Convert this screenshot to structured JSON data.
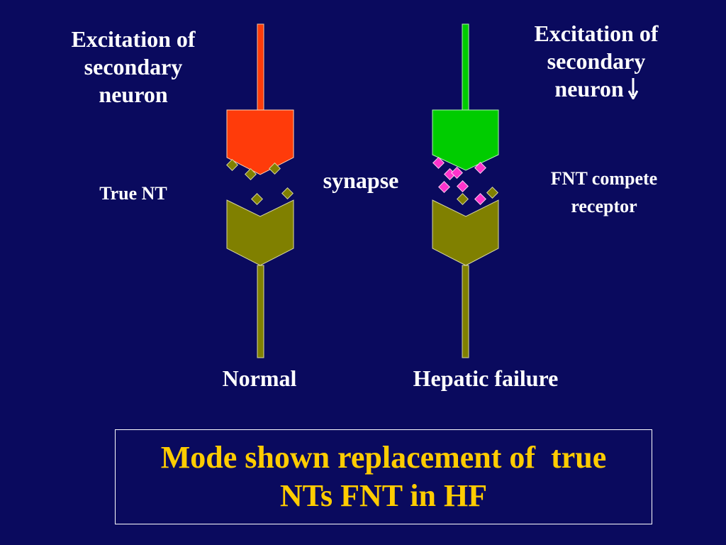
{
  "labels": {
    "left_caption": [
      "Excitation of",
      "secondary",
      "neuron"
    ],
    "right_caption": [
      "Excitation of",
      "secondary",
      "neuron"
    ],
    "true_nt": "True NT",
    "synapse": "synapse",
    "fnt_label": [
      "FNT compete",
      "receptor"
    ],
    "normal": "Normal",
    "hepatic_failure": "Hepatic failure"
  },
  "icons": {
    "decrease_arrow": "down-arrow-icon"
  },
  "summary": {
    "lines": [
      "Mode shown replacement of  true",
      "NTs FNT in HF"
    ]
  },
  "colors": {
    "background": "#0a0a5e",
    "normal_presynaptic": "#ff3b0a",
    "hf_presynaptic": "#00cc00",
    "postsynaptic": "#808000",
    "true_nt": "#808000",
    "fnt": "#ff33cc",
    "summary_text": "#ffcc00"
  }
}
